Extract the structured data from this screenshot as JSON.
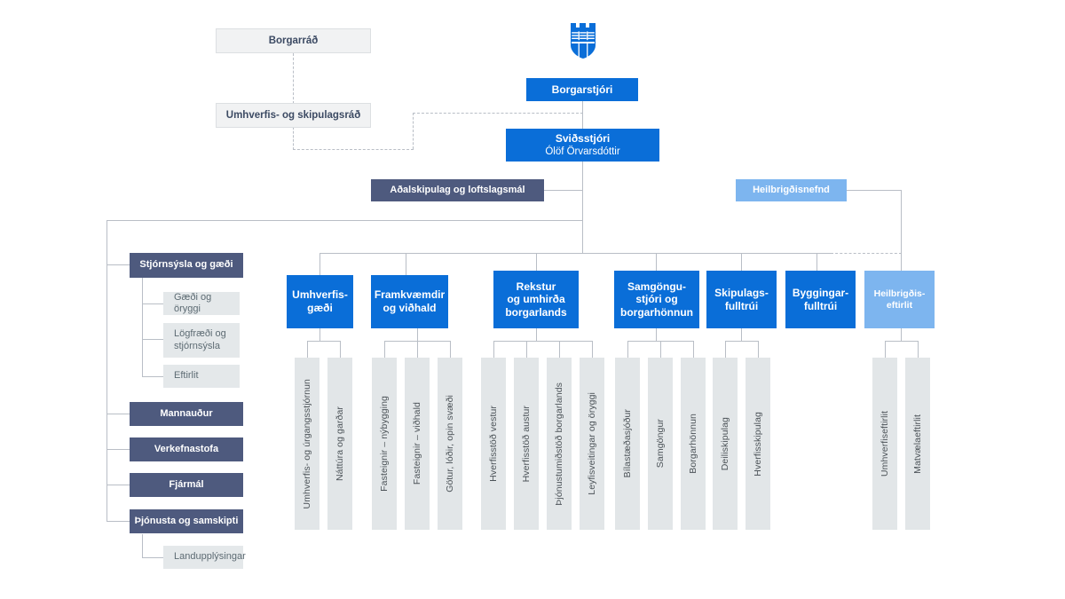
{
  "meta": {
    "title": "Umhverfis- og skipulagssvid - skipurit",
    "colors": {
      "blue": "#0a6ed8",
      "light_blue": "#7db5ef",
      "navy": "#4e5a7e",
      "grey_box": "#e4e8ea",
      "pale_box": "#f1f2f3",
      "connector": "#b9bec6"
    }
  },
  "crest": {
    "icon": "reykjavik-coat-of-arms-icon"
  },
  "council": {
    "borgarrad": "Borgarráð",
    "umhverfisrad": "Umhverfis- og skipulagsráð"
  },
  "leadership": {
    "borgarstjori": "Borgarstjóri",
    "svidsstjori_title": "Sviðsstjóri",
    "svidsstjori_name": "Ólöf Örvarsdóttir"
  },
  "band": {
    "adalskipulag": "Aðalskipulag og loftslagsmál",
    "heilbrigdisnefnd": "Heilbrigðisnefnd"
  },
  "left_column": [
    {
      "label": "Stjórnsýsla og gæði",
      "children": [
        "Gæði og öryggi",
        "Lögfræði og stjórnsýsla",
        "Eftirlit"
      ]
    },
    {
      "label": "Mannauður",
      "children": []
    },
    {
      "label": "Verkefnastofa",
      "children": []
    },
    {
      "label": "Fjármál",
      "children": []
    },
    {
      "label": "Þjónusta og samskipti",
      "children": [
        "Landupplýsingar"
      ]
    }
  ],
  "departments": [
    {
      "label": "Umhverfis- gæði",
      "lines": [
        "Umhverfis-",
        "gæði"
      ],
      "tone": "blue",
      "units": [
        "Umhverfis- og úrgangsstjórnun",
        "Náttúra og garðar"
      ]
    },
    {
      "label": "Framkvæmdir og viðhald",
      "lines": [
        "Framkvæmdir",
        "og viðhald"
      ],
      "tone": "blue",
      "units": [
        "Fasteignir – nýbygging",
        "Fasteignir – viðhald",
        "Götur, lóðir, opin svæði"
      ]
    },
    {
      "label": "Rekstur og umhirða borgarlands",
      "lines": [
        "Rekstur",
        "og umhirða",
        "borgarlands"
      ],
      "tone": "blue",
      "units": [
        "Hverfisstöð vestur",
        "Hverfisstöð austur",
        "Þjónustumiðstöð borgarlands",
        "Leyfisveitingar og öryggi"
      ]
    },
    {
      "label": "Samgöngustjóri og borgarhönnun",
      "lines": [
        "Samgöngu-",
        "stjóri og",
        "borgarhönnun"
      ],
      "tone": "blue",
      "units": [
        "Bílastæðasjóður",
        "Samgöngur",
        "Borgarhönnun"
      ]
    },
    {
      "label": "Skipulagsfulltrúi",
      "lines": [
        "Skipulags-",
        "fulltrúi"
      ],
      "tone": "blue",
      "units": [
        "Deiliskipulag",
        "Hverfisskipulag"
      ]
    },
    {
      "label": "Byggingarfulltrúi",
      "lines": [
        "Byggingar-",
        "fulltrúi"
      ],
      "tone": "blue",
      "units": []
    },
    {
      "label": "Heilbrigðiseftirlit",
      "lines": [
        "Heilbrigðis-",
        "eftirlit"
      ],
      "tone": "light-blue",
      "units": [
        "Umhverfiseftirlit",
        "Matvælaeftirlit"
      ]
    }
  ]
}
